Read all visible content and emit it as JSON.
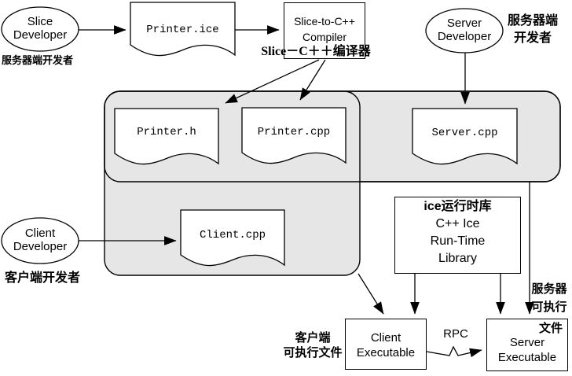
{
  "colors": {
    "background": "#ffffff",
    "panel_fill": "#e6e6e6",
    "line": "#000000",
    "text": "#000000"
  },
  "slice_developer": {
    "name_line1": "Slice",
    "name_line2": "Developer",
    "cn_label": "服务器端开发者"
  },
  "server_developer": {
    "name_line1": "Server",
    "name_line2": "Developer",
    "cn_line1": "服务器端",
    "cn_line2": "开发者"
  },
  "client_developer": {
    "name_line1": "Client",
    "name_line2": "Developer",
    "cn_label": "客户端开发者"
  },
  "files": {
    "slice_definition": "Printer.ice",
    "generated_header": "Printer.h",
    "generated_source": "Printer.cpp",
    "server_source": "Server.cpp",
    "client_source": "Client.cpp"
  },
  "compiler": {
    "line1": "Slice-to-C++",
    "line2": "Compiler",
    "cn_label": "Slice－C＋＋编译器"
  },
  "runtime_library": {
    "cn_title": "ice运行时库",
    "line1": "C++ Ice",
    "line2": "Run-Time",
    "line3": "Library"
  },
  "client_executable": {
    "line1": "Client",
    "line2": "Executable",
    "cn_line1": "客户端",
    "cn_line2": "可执行文件"
  },
  "server_executable": {
    "line1": "Server",
    "line2": "Executable",
    "cn_line1": "服务器",
    "cn_line2": "可执行",
    "cn_line3": "文件"
  },
  "rpc_label": "RPC"
}
